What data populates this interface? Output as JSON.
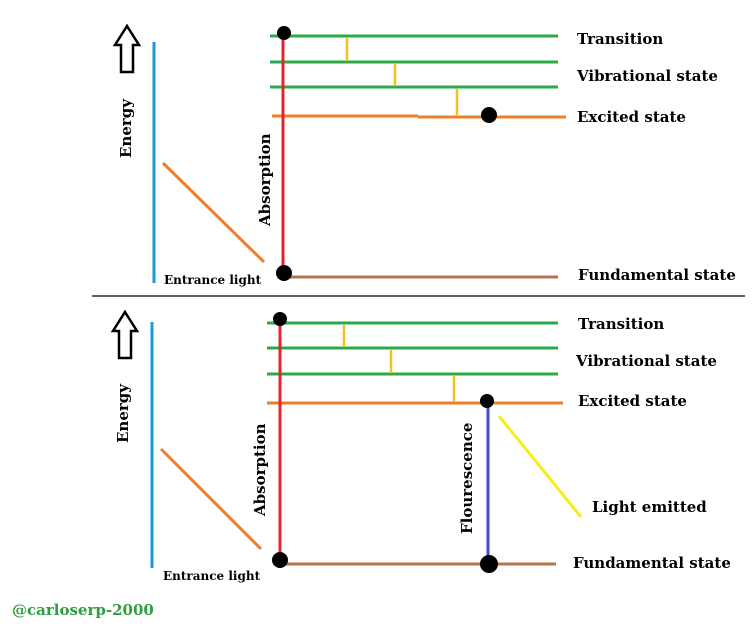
{
  "top_panel": {
    "labels": {
      "transition": "Transition",
      "vibrational": "Vibrational state",
      "excited": "Excited state",
      "fundamental": "Fundamental state",
      "energy": "Energy",
      "absorption": "Absorption",
      "entrance": "Entrance light"
    }
  },
  "bottom_panel": {
    "labels": {
      "transition": "Transition",
      "vibrational": "Vibrational state",
      "excited": "Excited state",
      "fundamental": "Fundamental state",
      "energy": "Energy",
      "absorption": "Absorption",
      "entrance": "Entrance light",
      "fluorescence": "Flourescence",
      "light_emitted": "Light emitted"
    }
  },
  "watermark": "@carloserp-2000",
  "colors": {
    "green_level": "#2eaa46",
    "orange_level": "#ef7d2a",
    "fundamental_level": "#b5734e",
    "absorption": "#e0262c",
    "energy_axis": "#1a9ad6",
    "relaxation": "#f5c21b",
    "fluorescence": "#3f4bc4",
    "light_emitted": "#f5ee1c",
    "watermark": "#2e9e3f",
    "divider": "#000000"
  }
}
